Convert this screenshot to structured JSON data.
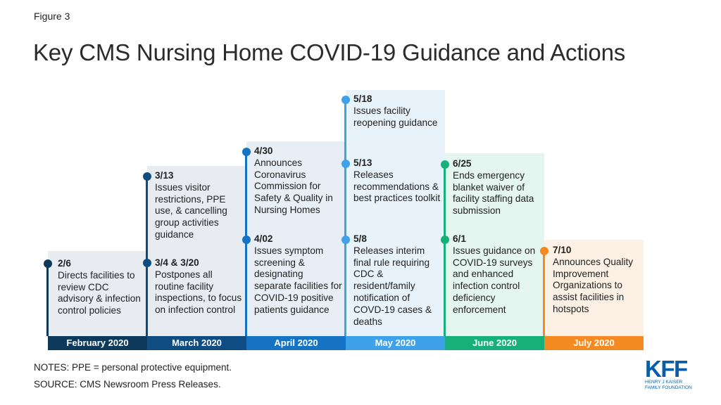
{
  "figure_label": "Figure 3",
  "title": "Key CMS Nursing Home COVID-19 Guidance and Actions",
  "months": [
    {
      "label": "February 2020",
      "color": "#0d3a5c",
      "bg": "#e9ecf0"
    },
    {
      "label": "March 2020",
      "color": "#0f4c81",
      "bg": "#e8ecf1"
    },
    {
      "label": "April 2020",
      "color": "#1673c4",
      "bg": "#e7eef6"
    },
    {
      "label": "May 2020",
      "color": "#3fa1ea",
      "bg": "#e7f2fb"
    },
    {
      "label": "June 2020",
      "color": "#17b07b",
      "bg": "#e5f5ef"
    },
    {
      "label": "July 2020",
      "color": "#f58a23",
      "bg": "#fdf0e4"
    }
  ],
  "events": [
    {
      "date": "2/6",
      "desc": "Directs facilities to review CDC advisory & infection control policies"
    },
    {
      "date": "3/13",
      "desc": "Issues visitor restrictions, PPE use, & cancelling group activities guidance"
    },
    {
      "date": "3/4 & 3/20",
      "desc": "Postpones all routine facility inspections, to focus on infection control"
    },
    {
      "date": "4/30",
      "desc": "Announces Coronavirus Commission for Safety & Quality in Nursing Homes"
    },
    {
      "date": "4/02",
      "desc": "Issues symptom screening & designating separate facilities for COVID-19 positive patients guidance"
    },
    {
      "date": "5/18",
      "desc": "Issues facility reopening guidance"
    },
    {
      "date": "5/13",
      "desc": "Releases recommendations & best practices toolkit"
    },
    {
      "date": "5/8",
      "desc": "Releases interim final rule requiring CDC & resident/family notification of COVD-19 cases & deaths"
    },
    {
      "date": "6/25",
      "desc": "Ends emergency blanket waiver of facility staffing data submission"
    },
    {
      "date": "6/1",
      "desc": "Issues guidance on COVID-19 surveys and enhanced infection control deficiency enforcement"
    },
    {
      "date": "7/10",
      "desc": "Announces Quality Improvement Organizations to assist facilities in hotspots"
    }
  ],
  "notes": "NOTES:  PPE = personal protective equipment.",
  "source": "SOURCE: CMS Newsroom Press Releases.",
  "logo": {
    "mark": "KFF",
    "line1": "HENRY J KAISER",
    "line2": "FAMILY FOUNDATION"
  }
}
